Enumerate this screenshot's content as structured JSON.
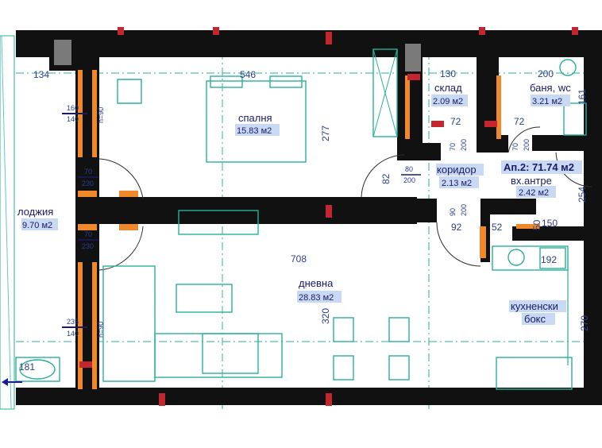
{
  "plan": {
    "apartment_label": "Ап.2: 71.74 м2",
    "rooms": {
      "bedroom": {
        "name": "спалня",
        "area": "15.83 м2"
      },
      "loggia": {
        "name": "лоджия",
        "area": "9.70 м2"
      },
      "storage": {
        "name": "склад",
        "area": "2.09 м2"
      },
      "bathroom": {
        "name": "баня, wc",
        "area": "3.21 м2"
      },
      "corridor": {
        "name": "коридор",
        "area": "2.13 м2"
      },
      "entrance": {
        "name": "вх.антре",
        "area": "2.42 м2"
      },
      "living": {
        "name": "дневна",
        "area": "28.83 м2"
      },
      "kitchen": {
        "name": "кухненски",
        "name2": "бокс"
      }
    },
    "dimensions": {
      "d134": "134",
      "d546": "546",
      "d130": "130",
      "d200": "200",
      "d277": "277",
      "d708": "708",
      "d320": "320",
      "d150": "150",
      "d192": "192",
      "d181": "181",
      "d270": "270",
      "d161": "161",
      "d254": "254",
      "d72a": "72",
      "d72b": "72",
      "d92": "92",
      "d82": "82",
      "d50": "50",
      "d52": "52"
    },
    "openings": {
      "o160_140": {
        "top": "160",
        "bottom": "140",
        "side": "h=90"
      },
      "o235_140": {
        "top": "235",
        "bottom": "140",
        "side": "h=90"
      },
      "o70_230a": {
        "top": "70",
        "bottom": "230"
      },
      "o70_230b": {
        "top": "70",
        "bottom": "230"
      },
      "o80_200": {
        "top": "80",
        "bottom": "200"
      },
      "o70_200a": {
        "top": "70",
        "bottom": "200"
      },
      "o70_200b": {
        "top": "70",
        "bottom": "200"
      },
      "o90_200": {
        "top": "90",
        "bottom": "200"
      }
    }
  }
}
